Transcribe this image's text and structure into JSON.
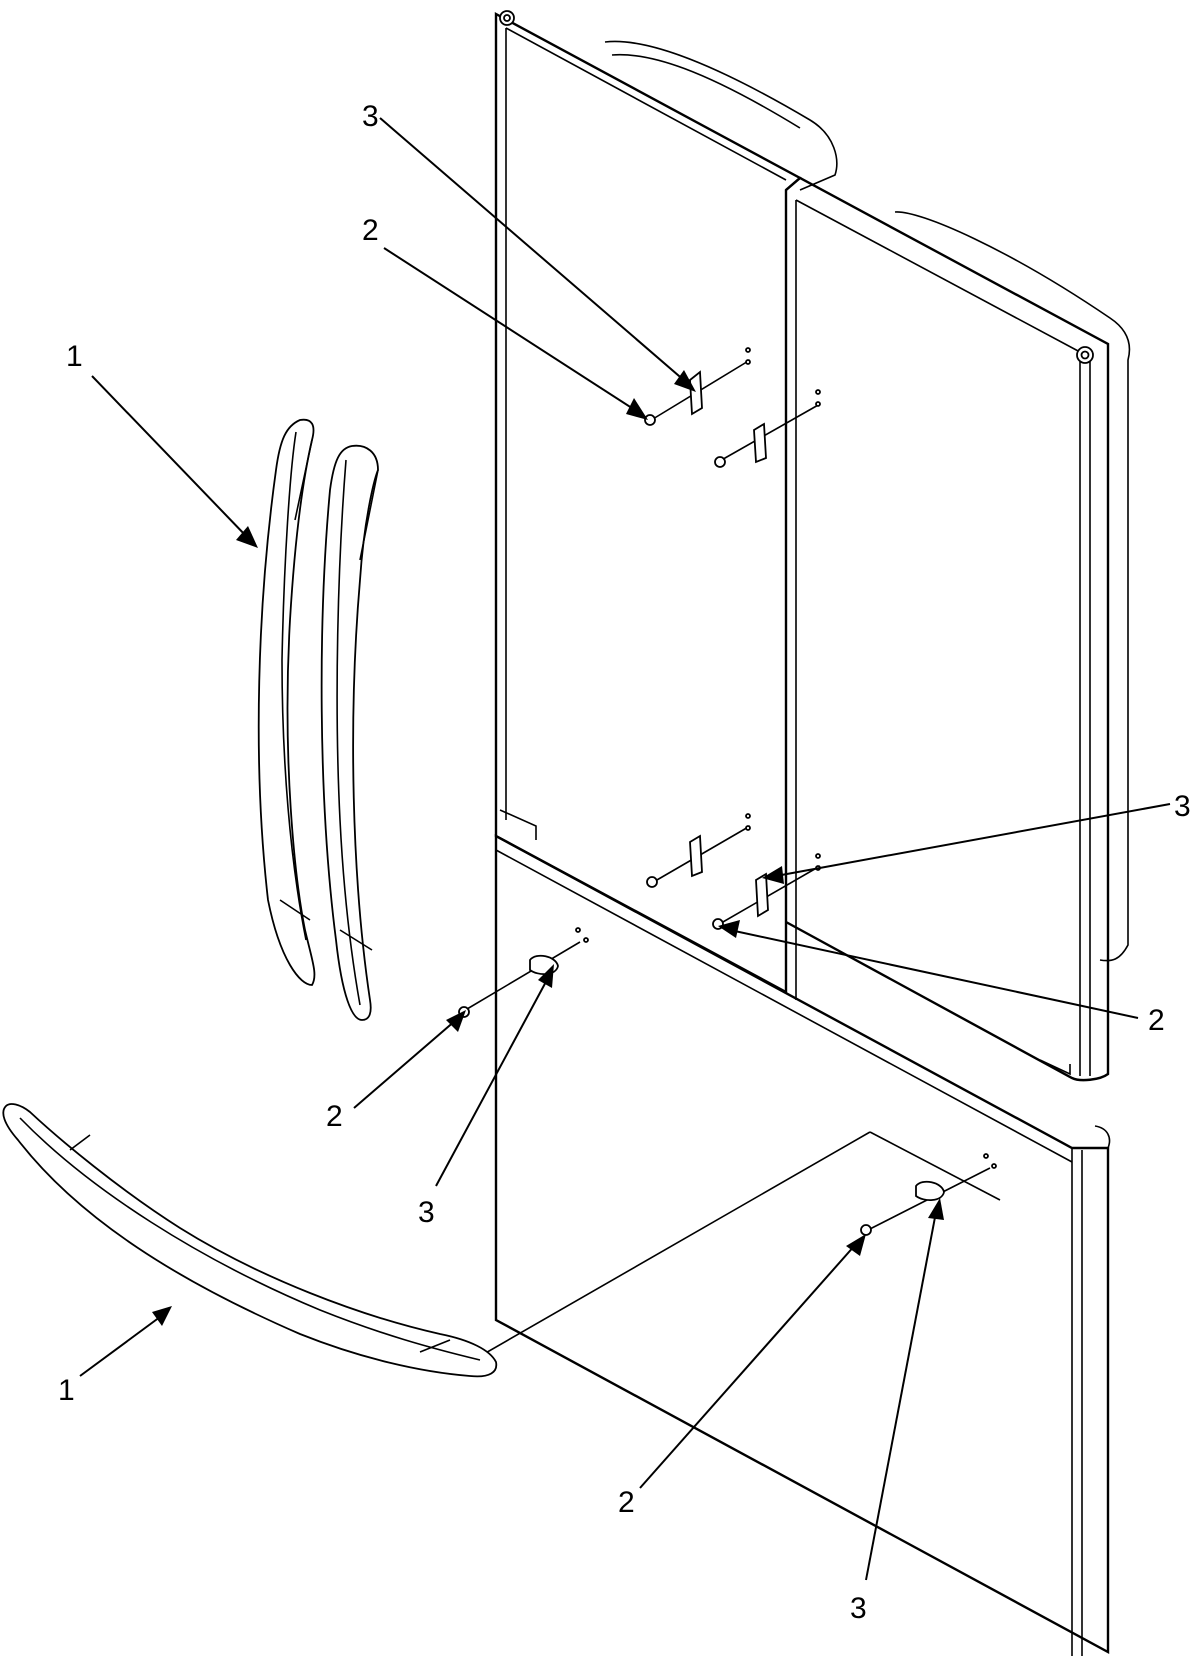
{
  "diagram": {
    "callouts": [
      {
        "id": "c1a",
        "label": "1"
      },
      {
        "id": "c1b",
        "label": "1"
      },
      {
        "id": "c2a",
        "label": "2"
      },
      {
        "id": "c2b",
        "label": "2"
      },
      {
        "id": "c2c",
        "label": "2"
      },
      {
        "id": "c2d",
        "label": "2"
      },
      {
        "id": "c3a",
        "label": "3"
      },
      {
        "id": "c3b",
        "label": "3"
      },
      {
        "id": "c3c",
        "label": "3"
      },
      {
        "id": "c3d",
        "label": "3"
      }
    ]
  }
}
